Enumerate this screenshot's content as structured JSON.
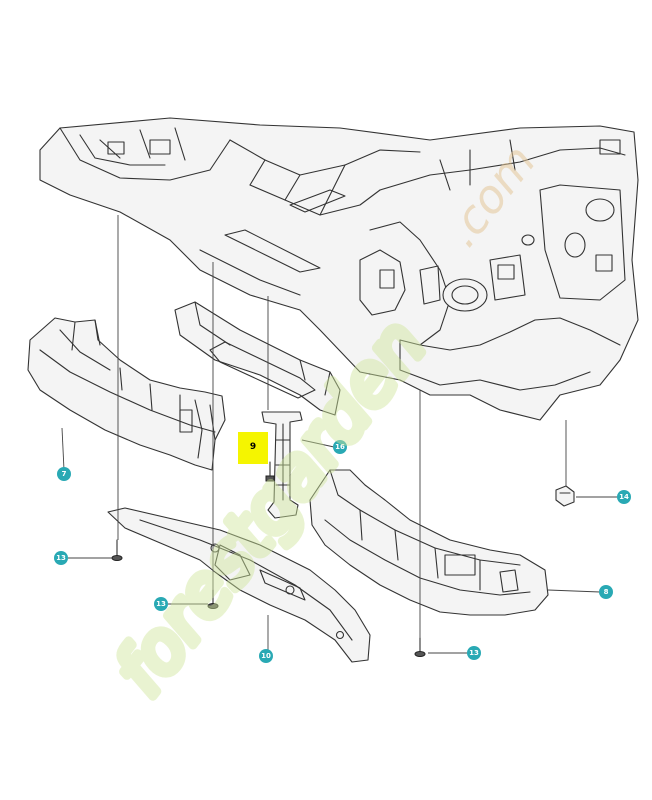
{
  "diagram": {
    "callouts": [
      {
        "id": "7",
        "label": "7"
      },
      {
        "id": "8",
        "label": "8"
      },
      {
        "id": "9",
        "label": "9",
        "highlighted": true
      },
      {
        "id": "10",
        "label": "10"
      },
      {
        "id": "13a",
        "label": "13"
      },
      {
        "id": "13b",
        "label": "13"
      },
      {
        "id": "13c",
        "label": "13"
      },
      {
        "id": "14",
        "label": "14"
      },
      {
        "id": "16",
        "label": "16"
      }
    ],
    "colors": {
      "callout": "#29a9b4",
      "highlight": "#f5f500",
      "watermark_green": "#cfe69a",
      "watermark_orange": "#f5b160",
      "line": "#333333"
    }
  },
  "watermark": {
    "main_text": "forestgarden",
    "sub_text": ".com"
  }
}
